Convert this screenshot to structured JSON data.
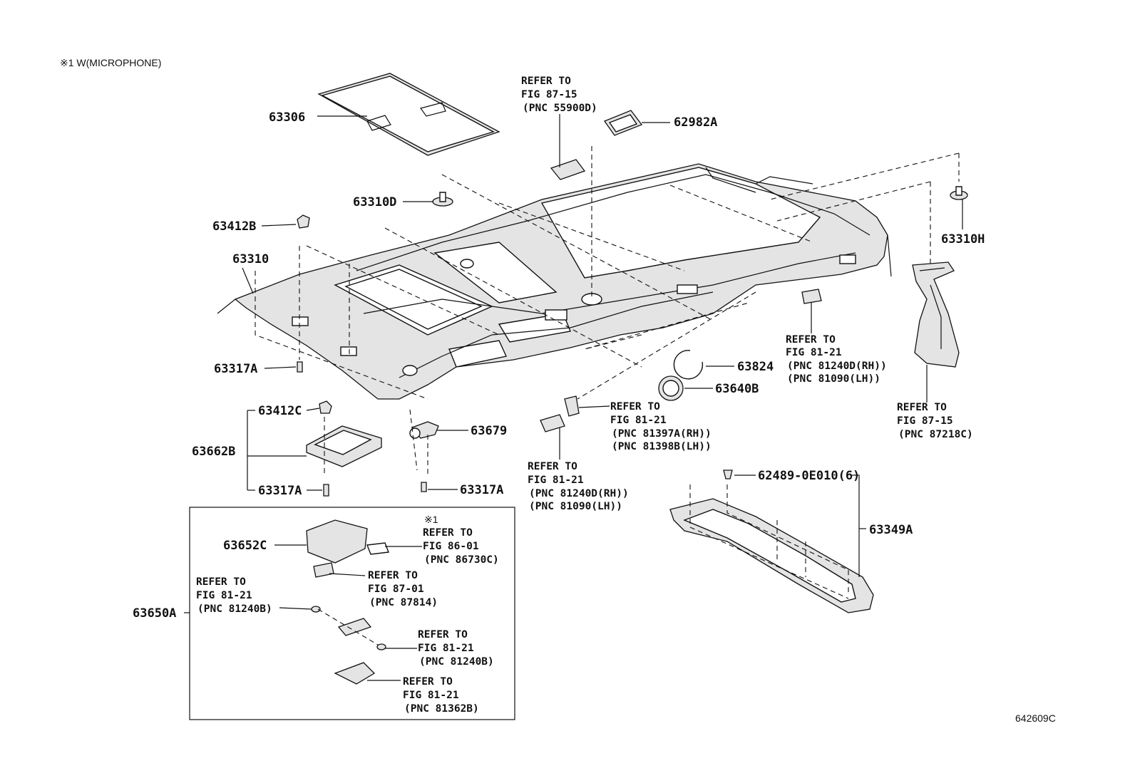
{
  "note": "※1 W(MICROPHONE)",
  "figure_id": "642609C",
  "parts": {
    "p63306": "63306",
    "p62982A": "62982A",
    "p63310D": "63310D",
    "p63412B": "63412B",
    "p63310": "63310",
    "p63317A_1": "63317A",
    "p63412C": "63412C",
    "p63662B": "63662B",
    "p63317A_2": "63317A",
    "p63679": "63679",
    "p63317A_3": "63317A",
    "p63824": "63824",
    "p63640B": "63640B",
    "p63310H": "63310H",
    "p62489": "62489-0E010(6)",
    "p63349A": "63349A",
    "p63652C": "63652C",
    "p63650A": "63650A"
  },
  "refs": {
    "r1": [
      "REFER TO",
      "FIG 87-15",
      "(PNC 55900D)"
    ],
    "r2": [
      "REFER TO",
      "FIG 81-21",
      "(PNC 81240D(RH))",
      "(PNC 81090(LH))"
    ],
    "r3": [
      "REFER TO",
      "FIG 81-21",
      "(PNC 81397A(RH))",
      "(PNC 81398B(LH))"
    ],
    "r4": [
      "REFER TO",
      "FIG 81-21",
      "(PNC 81240D(RH))",
      "(PNC 81090(LH))"
    ],
    "r5": [
      "REFER TO",
      "FIG 87-15",
      "(PNC 87218C)"
    ],
    "r6_mark": "※1",
    "r6": [
      "REFER TO",
      "FIG 86-01",
      "(PNC 86730C)"
    ],
    "r7": [
      "REFER TO",
      "FIG 87-01",
      "(PNC 87814)"
    ],
    "r8": [
      "REFER TO",
      "FIG 81-21",
      "(PNC 81240B)"
    ],
    "r9": [
      "REFER TO",
      "FIG 81-21",
      "(PNC 81240B)"
    ],
    "r10": [
      "REFER TO",
      "FIG 81-21",
      "(PNC 81362B)"
    ]
  }
}
